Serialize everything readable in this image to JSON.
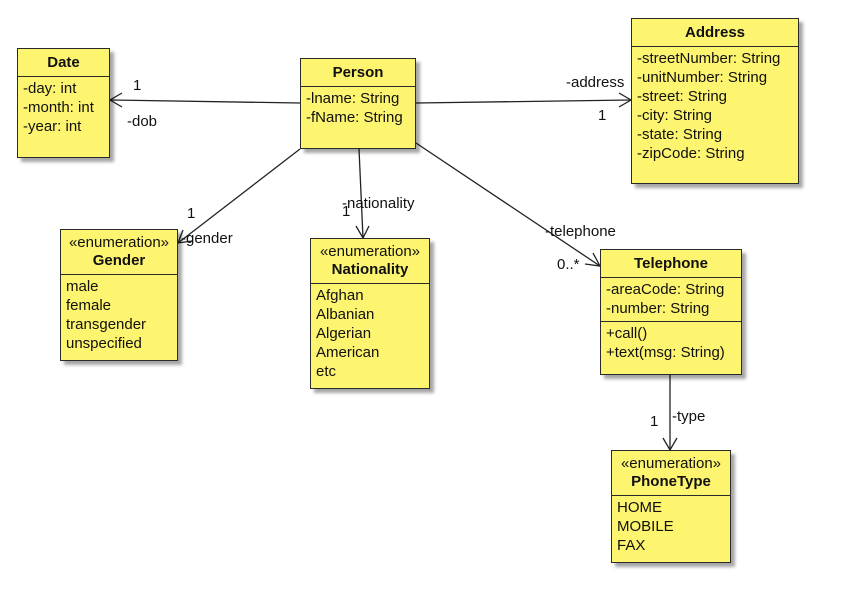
{
  "classes": {
    "date": {
      "name": "Date",
      "attributes": [
        "-day: int",
        "-month: int",
        "-year: int"
      ]
    },
    "person": {
      "name": "Person",
      "attributes": [
        "-lname: String",
        "-fName: String"
      ]
    },
    "address": {
      "name": "Address",
      "attributes": [
        "-streetNumber: String",
        "-unitNumber: String",
        "-street: String",
        "-city: String",
        "-state: String",
        "-zipCode: String"
      ]
    },
    "gender": {
      "stereotype": "«enumeration»",
      "name": "Gender",
      "literals": [
        "male",
        "female",
        "transgender",
        "unspecified"
      ]
    },
    "nationality": {
      "stereotype": "«enumeration»",
      "name": "Nationality",
      "literals": [
        "Afghan",
        "Albanian",
        "Algerian",
        "American",
        "etc"
      ]
    },
    "telephone": {
      "name": "Telephone",
      "attributes": [
        "-areaCode: String",
        "-number: String"
      ],
      "operations": [
        "+call()",
        "+text(msg: String)"
      ]
    },
    "phonetype": {
      "stereotype": "«enumeration»",
      "name": "PhoneType",
      "literals": [
        "HOME",
        "MOBILE",
        "FAX"
      ]
    }
  },
  "associations": {
    "dob": {
      "role": "-dob",
      "multiplicity": "1"
    },
    "address": {
      "role": "-address",
      "multiplicity": "1"
    },
    "gender": {
      "role": "-gender",
      "multiplicity": "1"
    },
    "nationality": {
      "role": "-nationality",
      "multiplicity": "1"
    },
    "telephone": {
      "role": "-telephone",
      "multiplicity": "0..*"
    },
    "type": {
      "role": "-type",
      "multiplicity": "1"
    }
  }
}
